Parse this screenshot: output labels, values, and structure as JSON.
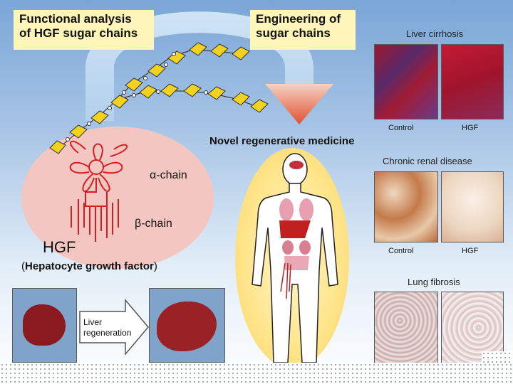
{
  "headers": {
    "functional_line1": "Functional analysis",
    "functional_line2": "of HGF sugar chains",
    "engineering_line1": "Engineering of",
    "engineering_line2": "sugar chains"
  },
  "center": {
    "title": "Novel regenerative medicine"
  },
  "hgf": {
    "alpha_label": "α-chain",
    "beta_label": "β-chain",
    "name": "HGF",
    "full_name_open": "(",
    "full_name": "Hepatocyte growth factor",
    "full_name_close": ")"
  },
  "liver_regen": {
    "arrow_line1": "Liver",
    "arrow_line2": "regeneration"
  },
  "panels": {
    "cirrhosis": {
      "title": "Liver cirrhosis",
      "left": "Control",
      "right": "HGF"
    },
    "renal": {
      "title": "Chronic renal disease",
      "left": "Control",
      "right": "HGF"
    },
    "lung": {
      "title": "Lung fibrosis"
    }
  },
  "colors": {
    "header_box": "#fff5b8",
    "hgf_structure": "#d42020",
    "pink_ellipse": "#f4c6c2",
    "body_glow": "#ffe48a",
    "sugar_chain": "#f2d21e"
  },
  "icons": [
    "curved-arrow-icon",
    "sugar-chain-icon",
    "hgf-structure-icon",
    "human-body-icon",
    "right-arrow-icon"
  ]
}
